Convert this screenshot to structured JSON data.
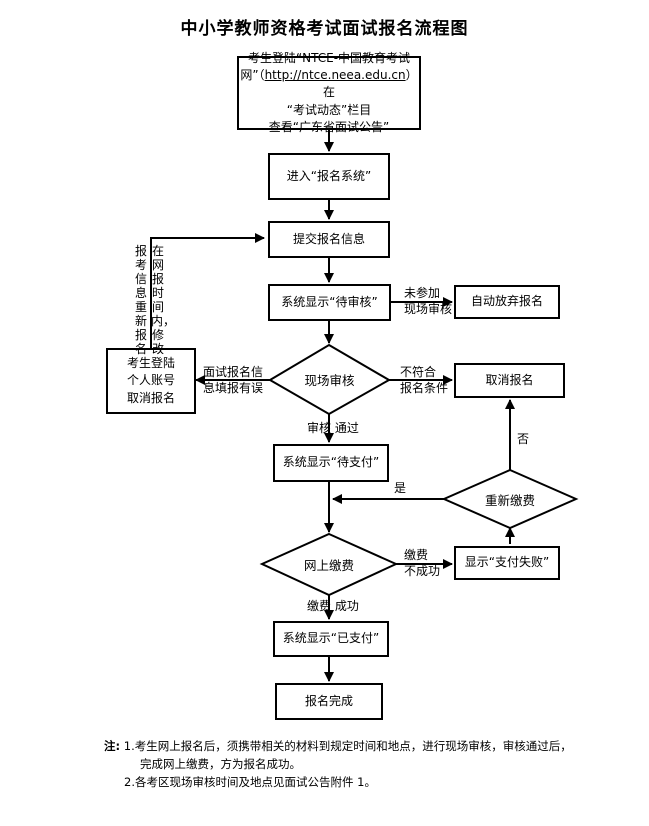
{
  "title": "中小学教师资格考试面试报名流程图",
  "boxes": {
    "start_line1": "考生登陆“NTCE-中国教育考试",
    "start_line2_pre": "网”（",
    "start_link": "http://ntce.neea.edu.cn",
    "start_line2_post": "）在",
    "start_line3": "“考试动态”栏目",
    "start_line4": "查看“广东省面试公告”",
    "enter_system": "进入“报名系统”",
    "submit_info": "提交报名信息",
    "pending_review": "系统显示“待审核”",
    "abandon": "自动放弃报名",
    "cancel_account_1": "考生登陆",
    "cancel_account_2": "个人账号",
    "cancel_account_3": "取消报名",
    "cancel_registration": "取消报名",
    "pending_payment": "系统显示“待支付”",
    "payment_failed": "显示“支付失败”",
    "paid": "系统显示“已支付”",
    "complete": "报名完成"
  },
  "decisions": {
    "onsite_review": "现场审核",
    "repay": "重新缴费",
    "online_payment": "网上缴费"
  },
  "labels": {
    "not_attend_1": "未参加",
    "not_attend_2": "现场审核",
    "error_1": "面试报名信",
    "error_2": "息填报有误",
    "nonconform_1": "不符合",
    "nonconform_2": "报名条件",
    "review_pass": "审核 通过",
    "yes": "是",
    "no": "否",
    "pay_fail_1": "缴费",
    "pay_fail_2": "不成功",
    "pay_success": "缴费 成功",
    "modify_col1": "报考信息重新报名",
    "modify_col2": "在网报时间内，修改"
  },
  "notes": {
    "head": "注:",
    "item1_line1": "1.考生网上报名后，须携带相关的材料到规定时间和地点，进行现场审核，审核通过后，",
    "item1_line2": "完成网上缴费，方为报名成功。",
    "item2": "2.各考区现场审核时间及地点见面试公告附件 1。"
  }
}
